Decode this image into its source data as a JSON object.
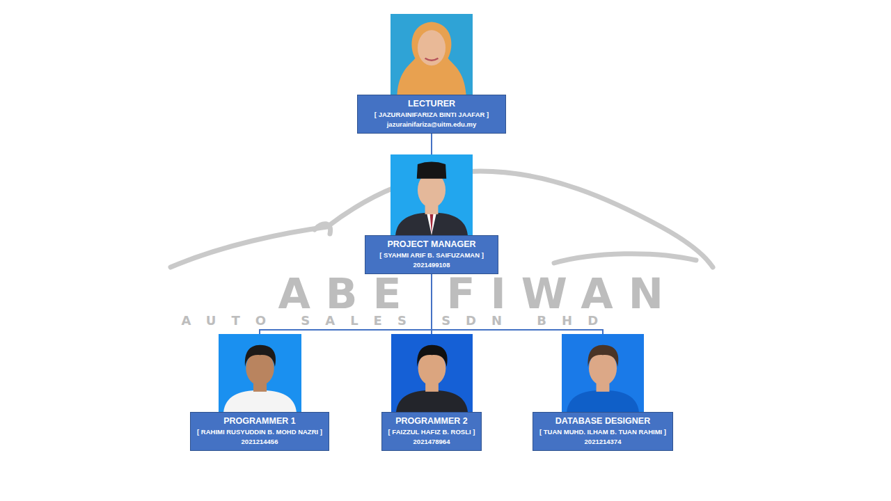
{
  "diagram": {
    "nodes": [
      {
        "text": [
          "LECTURER",
          "[ JAZURAINIFARIZA BINTI JAAFAR ]",
          "jazurainifariza@uitm.edu.my"
        ]
      },
      {
        "text": [
          "PROJECT MANAGER",
          "[ SYAHMI ARIF B. SAIFUZAMAN ]",
          "2021499108"
        ]
      },
      {
        "text": [
          "PROGRAMMER 1",
          "[ RAHIMI RUSYUDDIN B. MOHD NAZRI ]",
          "2021214456"
        ]
      },
      {
        "text": [
          "PROGRAMMER 2",
          "[ FAIZZUL HAFIZ B. ROSLI ]",
          "2021478964"
        ]
      },
      {
        "text": [
          "DATABASE DESIGNER",
          "[ TUAN MUHD. ILHAM B. TUAN RAHIMI ]",
          "2021214374"
        ]
      }
    ],
    "edges": [
      {
        "from": 0,
        "to": 1,
        "arrow": "none"
      },
      {
        "from": 1,
        "to": 2,
        "arrow": "none"
      },
      {
        "from": 1,
        "to": 3,
        "arrow": "none"
      },
      {
        "from": 1,
        "to": 4,
        "arrow": "none"
      }
    ],
    "labels": [
      "ABE FIWAN",
      "AUTO SALES SDN BHD"
    ]
  }
}
